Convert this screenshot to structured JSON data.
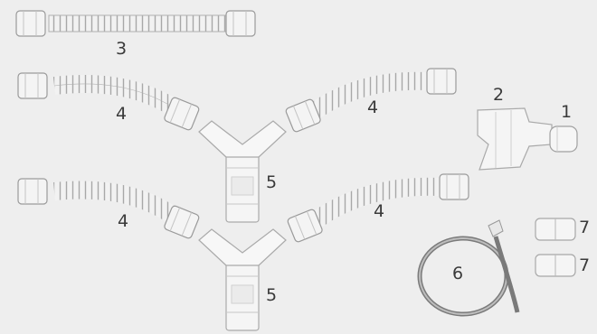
{
  "labels": {
    "one": "1",
    "two": "2",
    "three": "3",
    "four_a": "4",
    "four_b": "4",
    "four_c": "4",
    "four_d": "4",
    "five_a": "5",
    "five_b": "5",
    "six": "6",
    "seven_a": "7",
    "seven_b": "7"
  },
  "colors": {
    "background": "#eeeeee",
    "tube": "#f3f3f3",
    "tube_edge": "#9a9a9a",
    "hose": "#7a7a7a",
    "label": "#3a3a3a"
  }
}
